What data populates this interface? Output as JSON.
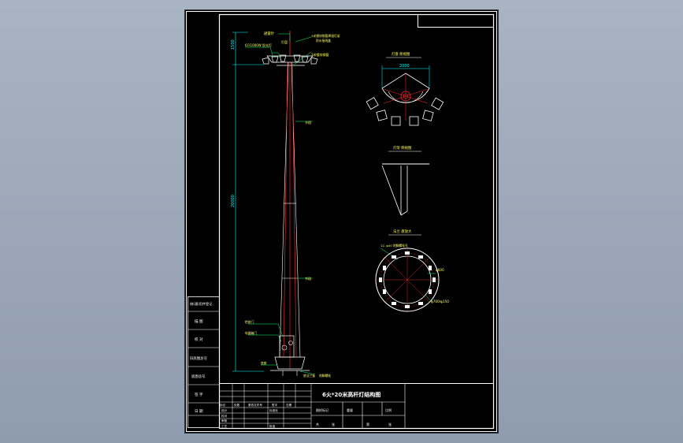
{
  "drawing": {
    "title": "6火*20米高杆灯结构图",
    "colors": {
      "background": "#000000",
      "frame": "#ffffff",
      "dim": "#00ffff",
      "accent": "#ff3030",
      "leader": "#00ff66",
      "label": "#ffff66"
    }
  },
  "pole_labels": {
    "top_dim": "1500",
    "mid_dim": "20000",
    "lamp_top_1": "避雷针",
    "lamp_top_2": "灯盘",
    "lamp_note_1": "3米镀锌钢管焊接灯架",
    "lamp_note_2": "防水接线盒",
    "lamp_left": "6只1000W 投光灯",
    "lamp_mid": "3米镀锌钢管",
    "seg_upper": "节段",
    "seg_lower": "节段",
    "door_1": "检修门",
    "door_2": "电器箱门",
    "base_1": "底座",
    "base_note": "底法兰板",
    "base_bottom": "地脚螺栓"
  },
  "views": {
    "top_view_title": "灯盘 俯视图",
    "top_view_dim": "2000",
    "bracket_title": "灯架 侧视图",
    "flange_title": "法兰 盘放大",
    "flange_note": "12- φ40 地脚螺栓孔",
    "flange_d1": "φ600",
    "flange_d2": "φ700/φ150"
  },
  "side_table": {
    "rows": [
      "借(通)用件登记",
      "描 图",
      "校 对",
      "旧底图总号",
      "底图总号",
      "签 字",
      "日 期"
    ]
  },
  "title_block": {
    "header_cells": [
      "标记",
      "处数",
      "更改文件号",
      "签字",
      "日期"
    ],
    "role_labels": [
      "设计",
      "校对",
      "审核",
      "工艺"
    ],
    "std_label": "标准化",
    "approve_label": "批准",
    "mark_cols": [
      "图样标记",
      "重量",
      "比例"
    ],
    "sheet_cols": [
      "共",
      "张",
      "第",
      "张"
    ]
  }
}
